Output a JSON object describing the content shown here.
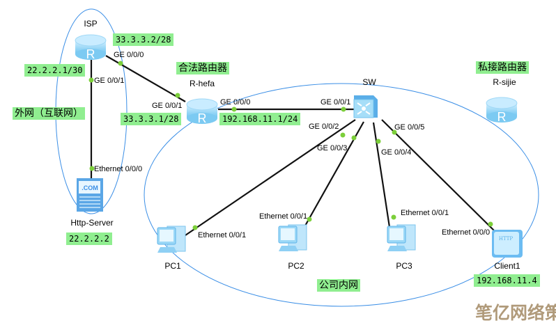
{
  "colors": {
    "link": "#111111",
    "port_dot": "#7ccf3a",
    "zone_outline": "#3a8ee6",
    "label_bg": "#90ee90",
    "device": "#8fd3f5"
  },
  "devices": {
    "isp": {
      "name": "ISP",
      "icon": "router-icon"
    },
    "r_hefa": {
      "name": "R-hefa",
      "icon": "router-icon"
    },
    "sw": {
      "name": "SW",
      "icon": "switch-icon"
    },
    "r_sijie": {
      "name": "R-sijie",
      "icon": "router-icon"
    },
    "server": {
      "name": "Http-Server",
      "icon": "server-icon",
      "badge": ".COM"
    },
    "pc1": {
      "name": "PC1",
      "icon": "pc-icon"
    },
    "pc2": {
      "name": "PC2",
      "icon": "pc-icon"
    },
    "pc3": {
      "name": "PC3",
      "icon": "pc-icon"
    },
    "client1": {
      "name": "Client1",
      "icon": "http-client-icon",
      "badge": "HTTP"
    }
  },
  "ports": {
    "isp_ge000": "GE 0/0/0",
    "isp_ge001": "GE 0/0/1",
    "hefa_ge001": "GE 0/0/1",
    "hefa_ge000": "GE 0/0/0",
    "sw_ge001": "GE 0/0/1",
    "sw_ge002": "GE 0/0/2",
    "sw_ge003": "GE 0/0/3",
    "sw_ge004": "GE 0/0/4",
    "sw_ge005": "GE 0/0/5",
    "server_eth": "Ethernet 0/0/0",
    "pc1_eth": "Ethernet 0/0/1",
    "pc2_eth": "Ethernet 0/0/1",
    "pc3_eth": "Ethernet 0/0/1",
    "client1_eth": "Ethernet 0/0/0"
  },
  "labels": {
    "isp_g0": "33.3.3.2/28",
    "isp_g1": "22.2.2.1/30",
    "internet_zone": "外网（互联网）",
    "hefa_g1": "33.3.3.1/28",
    "hefa_g0": "192.168.11.1/24",
    "hefa_role": "合法路由器",
    "sijie_role": "私接路由器",
    "server_ip": "22.2.2.2",
    "client1_ip": "192.168.11.4",
    "lan_zone": "公司内网"
  },
  "watermark": "笔亿网络策划"
}
